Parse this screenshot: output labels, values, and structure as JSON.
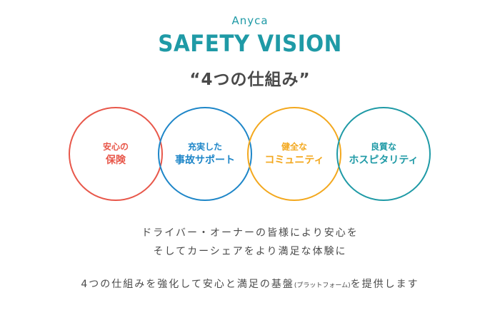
{
  "header": {
    "brand": "Anyca",
    "title": "SAFETY VISION",
    "subtitle": "“4つの仕組み”"
  },
  "pillars": [
    {
      "line1": "安心の",
      "line2": "保険",
      "color": "#e8574a"
    },
    {
      "line1": "充実した",
      "line2": "事故サポート",
      "color": "#1e86c8"
    },
    {
      "line1": "健全な",
      "line2": "コミュニティ",
      "color": "#f3a81e"
    },
    {
      "line1": "良質な",
      "line2": "ホスピタリティ",
      "color": "#1f9aa6"
    }
  ],
  "description": {
    "line1": "ドライバー・オーナーの皆様により安心を",
    "line2": "そしてカーシェアをより満足な体験に",
    "line3_before": "4つの仕組みを強化して安心と満足の基盤",
    "line3_small": "(プラットフォーム)",
    "line3_after": "を提供します"
  }
}
